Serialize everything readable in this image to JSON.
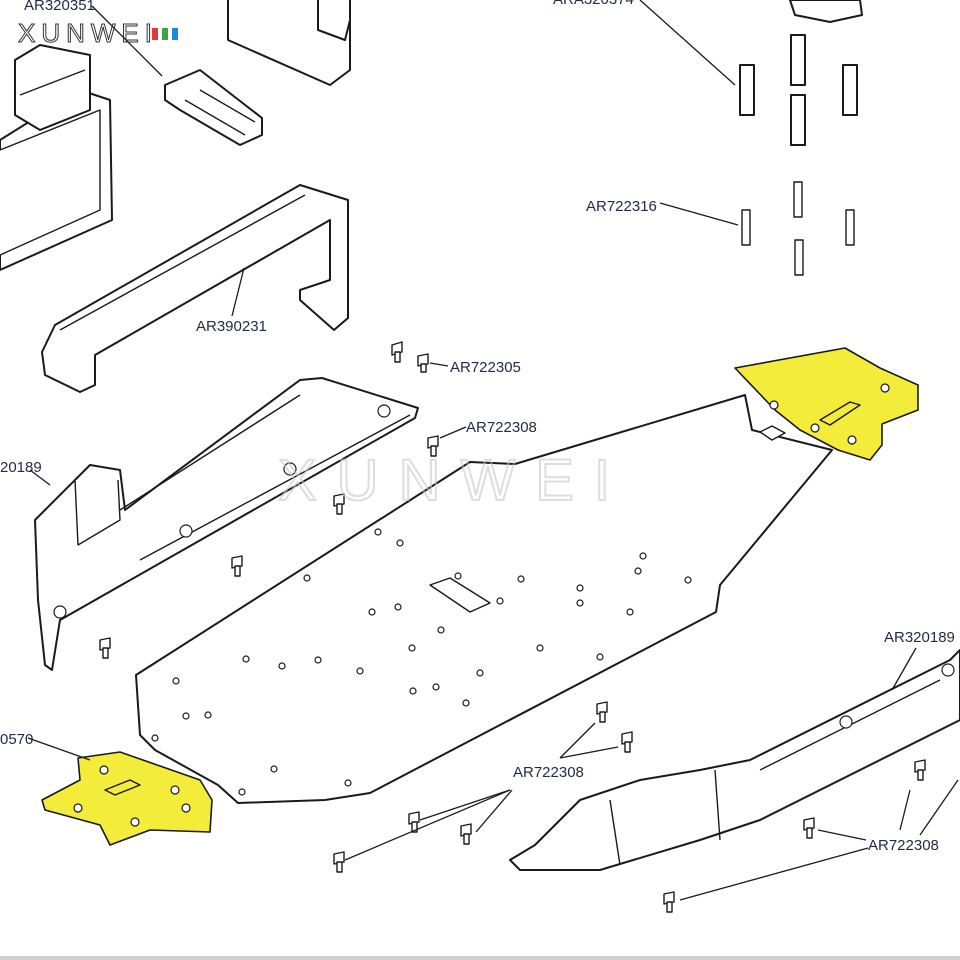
{
  "brand": {
    "logo_text": "XUNWEI",
    "watermark_text": "XUNWEI"
  },
  "labels": {
    "ar320351": "AR320351",
    "ara320374": "ARA320374",
    "ar722316": "AR722316",
    "ar390231": "AR390231",
    "ar722305": "AR722305",
    "ar722308_a": "AR722308",
    "ar320189_left": "20189",
    "ar320189_right": "AR320189",
    "ar_0570": "0570",
    "ar722308_b": "AR722308",
    "ar722308_c": "AR722308"
  },
  "colors": {
    "highlight": "#f4ec3a",
    "line": "#1a1a1a",
    "label": "#1f2a44"
  }
}
